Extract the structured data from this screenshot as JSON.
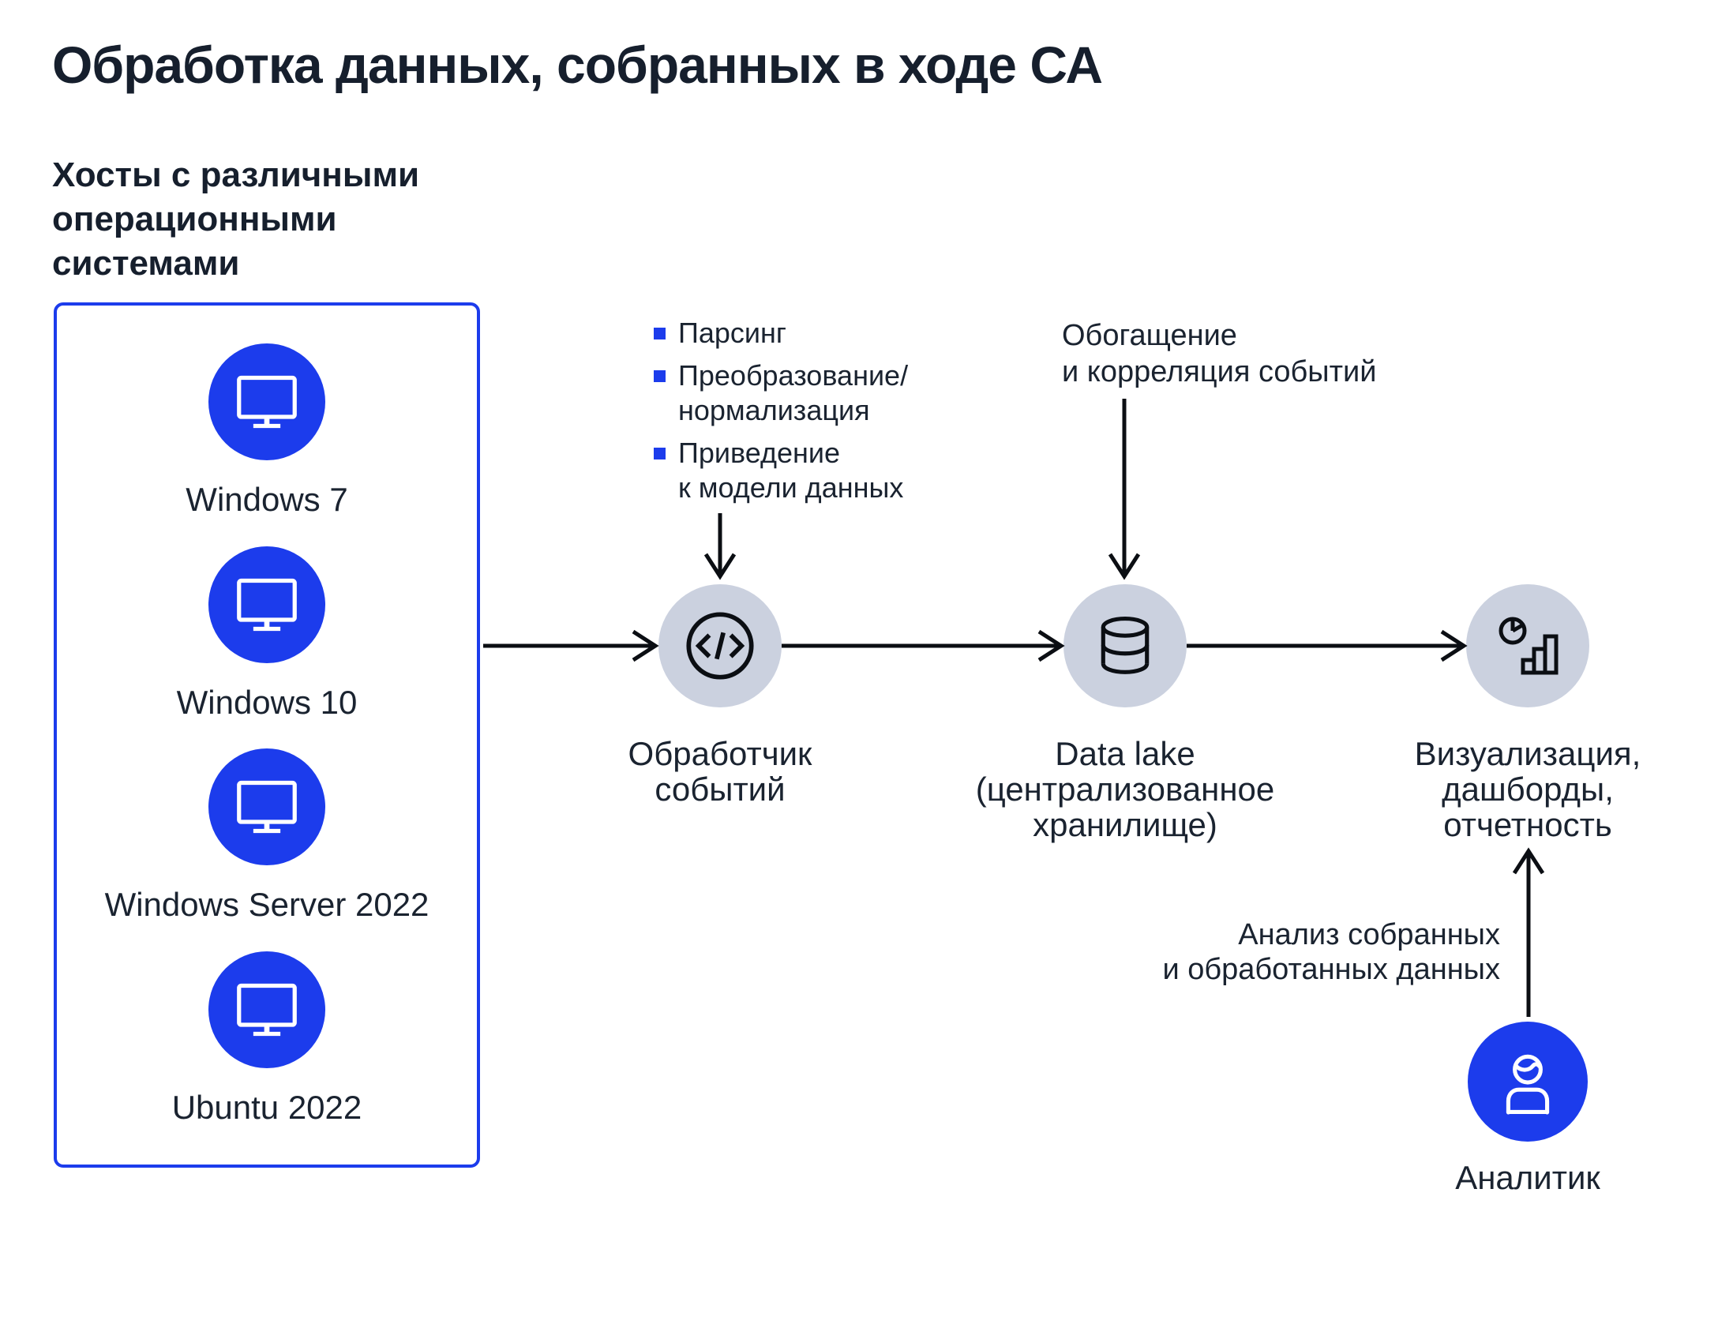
{
  "title": "Обработка данных, собранных в ходе СА",
  "sidebar": {
    "heading_lines": [
      "Хосты с различными",
      "операционными",
      "системами"
    ],
    "hosts": [
      {
        "label": "Windows 7",
        "icon": "monitor-icon"
      },
      {
        "label": "Windows 10",
        "icon": "monitor-icon"
      },
      {
        "label": "Windows Server 2022",
        "icon": "monitor-icon"
      },
      {
        "label": "Ubuntu 2022",
        "icon": "monitor-icon"
      }
    ]
  },
  "processor": {
    "bullets": [
      {
        "l1": "Парсинг"
      },
      {
        "l1": "Преобразование/",
        "l2": "нормализация"
      },
      {
        "l1": "Приведение",
        "l2": "к модели данных"
      }
    ],
    "label_lines": [
      "Обработчик",
      "событий"
    ],
    "icon": "code-icon"
  },
  "datalake": {
    "annotation_lines": [
      "Обогащение",
      "и корреляция событий"
    ],
    "label_lines": [
      "Data lake",
      "(централизованное",
      "хранилище)"
    ],
    "icon": "database-icon"
  },
  "visualization": {
    "label_lines": [
      "Визуализация,",
      "дашборды,",
      "отчетность"
    ],
    "icon": "chart-icon"
  },
  "analyst": {
    "annotation_lines": [
      "Анализ собранных",
      "и обработанных данных"
    ],
    "label": "Аналитик",
    "icon": "person-icon"
  },
  "colors": {
    "accent_blue": "#1C3CEC",
    "node_gray": "#CBD1DF",
    "text_dark": "#1A2330",
    "stroke_black": "#0B0E13"
  }
}
